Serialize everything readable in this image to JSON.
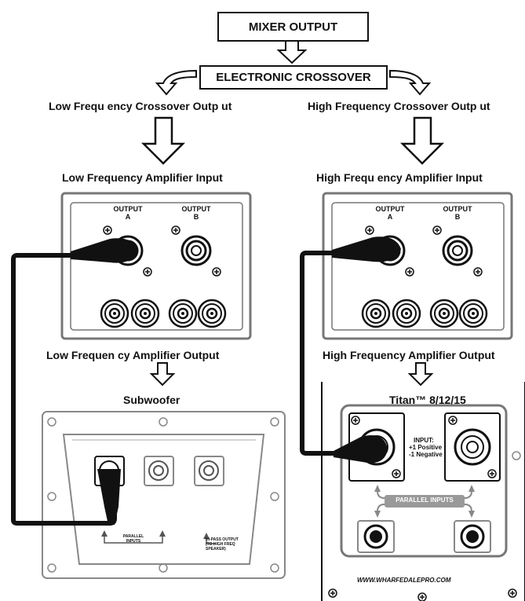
{
  "mixer_output": "MIXER OUTPUT",
  "electronic_crossover": "ELECTRONIC CROSSOVER",
  "low_freq_crossover_output": "Low Frequ ency Crossover Outp ut",
  "high_freq_crossover_output": "High Frequency Crossover Outp ut",
  "low_freq_amp_input": "Low Frequency Amplifier Input",
  "high_freq_amp_input": "High Frequ ency Amplifier Input",
  "low_freq_amp_output": "Low Frequen cy Amplifier Output",
  "high_freq_amp_output": "High Frequency Amplifier Output",
  "left_amp": {
    "output_a": "OUTPUT",
    "output_a_sub": "A",
    "output_b": "OUTPUT",
    "output_b_sub": "B"
  },
  "right_amp": {
    "output_a": "OUTPUT",
    "output_a_sub": "A",
    "output_b": "OUTPUT",
    "output_b_sub": "B"
  },
  "subwoofer": {
    "title": "Subwoofer",
    "parallel_inputs": "PARALLEL\nINPUTS",
    "hi_pass_output": "HI-PASS OUTPUT\n(TO HIGH FREQ SPEAKER)"
  },
  "titan": {
    "title": "Titan™ 8/12/15",
    "input_label": "INPUT:",
    "input_pos": "+1 Positive",
    "input_neg": "-1 Negative",
    "parallel_inputs": "PARALLEL INPUTS",
    "website": "WWW.WHARFEDALEPRO.COM"
  },
  "colors": {
    "line": "#111111",
    "panel": "#777777",
    "background": "#ffffff"
  }
}
